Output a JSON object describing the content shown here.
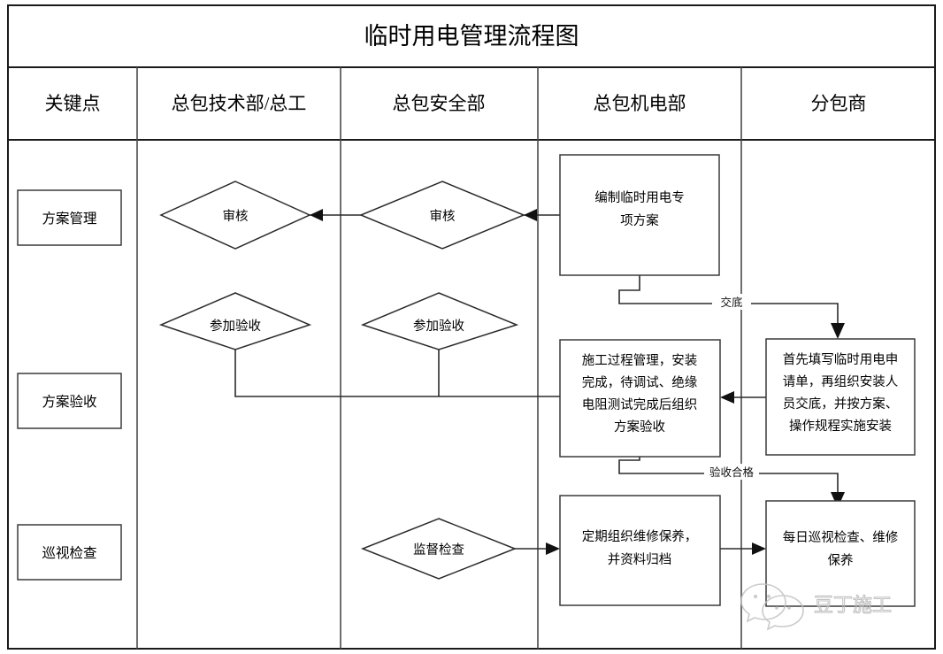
{
  "title": "临时用电管理流程图",
  "columns": [
    {
      "id": "key-points",
      "label": "关键点"
    },
    {
      "id": "tech-dept",
      "label": "总包技术部/总工"
    },
    {
      "id": "safety-dept",
      "label": "总包安全部"
    },
    {
      "id": "mech-elec-dept",
      "label": "总包机电部"
    },
    {
      "id": "subcontractor",
      "label": "分包商"
    }
  ],
  "key_points": [
    {
      "id": "plan-management",
      "label": "方案管理"
    },
    {
      "id": "plan-acceptance",
      "label": "方案验收"
    },
    {
      "id": "patrol-inspection",
      "label": "巡视检查"
    }
  ],
  "nodes": [
    {
      "id": "review-tech",
      "type": "diamond",
      "column": "tech-dept",
      "row": "plan-management",
      "label": "审核"
    },
    {
      "id": "review-safety",
      "type": "diamond",
      "column": "safety-dept",
      "row": "plan-management",
      "label": "审核"
    },
    {
      "id": "draft-plan",
      "type": "box",
      "column": "mech-elec-dept",
      "row": "plan-management",
      "lines": [
        "编制临时用电专",
        "项方案"
      ]
    },
    {
      "id": "join-acceptance-tech",
      "type": "diamond",
      "column": "tech-dept",
      "row": "plan-acceptance",
      "label": "参加验收"
    },
    {
      "id": "join-acceptance-safety",
      "type": "diamond",
      "column": "safety-dept",
      "row": "plan-acceptance",
      "label": "参加验收"
    },
    {
      "id": "construction-management",
      "type": "box",
      "column": "mech-elec-dept",
      "row": "plan-acceptance",
      "lines": [
        "施工过程管理，安装",
        "完成，待调试、绝缘",
        "电阻测试完成后组织",
        "方案验收"
      ]
    },
    {
      "id": "fill-application",
      "type": "box",
      "column": "subcontractor",
      "row": "plan-acceptance",
      "lines": [
        "首先填写临时用电申",
        "请单，再组织安装人",
        "员交底，并按方案、",
        "操作规程实施安装"
      ]
    },
    {
      "id": "supervise-inspect",
      "type": "diamond",
      "column": "safety-dept",
      "row": "patrol-inspection",
      "label": "监督检查"
    },
    {
      "id": "periodic-maintenance",
      "type": "box",
      "column": "mech-elec-dept",
      "row": "patrol-inspection",
      "lines": [
        "定期组织维修保养，",
        "并资料归档"
      ]
    },
    {
      "id": "daily-patrol",
      "type": "box",
      "column": "subcontractor",
      "row": "patrol-inspection",
      "lines": [
        "每日巡视检查、维修",
        "保养"
      ]
    }
  ],
  "edges": [
    {
      "id": "draft-to-review-safety",
      "from": "draft-plan",
      "to": "review-safety",
      "label": ""
    },
    {
      "id": "review-safety-to-review-tech",
      "from": "review-safety",
      "to": "review-tech",
      "label": ""
    },
    {
      "id": "draft-to-fill-application",
      "from": "draft-plan",
      "to": "fill-application",
      "label": "交底"
    },
    {
      "id": "fill-to-construction",
      "from": "fill-application",
      "to": "construction-management",
      "label": ""
    },
    {
      "id": "acceptance-tech-to-construction",
      "from": "join-acceptance-tech",
      "to": "construction-management",
      "label": ""
    },
    {
      "id": "acceptance-safety-to-construction",
      "from": "join-acceptance-safety",
      "to": "construction-management",
      "label": ""
    },
    {
      "id": "construction-to-daily-patrol",
      "from": "construction-management",
      "to": "daily-patrol",
      "label": "验收合格"
    },
    {
      "id": "supervise-to-maintenance",
      "from": "supervise-inspect",
      "to": "periodic-maintenance",
      "label": ""
    },
    {
      "id": "maintenance-to-daily-patrol",
      "from": "periodic-maintenance",
      "to": "daily-patrol",
      "label": ""
    }
  ],
  "watermark": {
    "text": "豆丁施工",
    "icon": "wechat-icon"
  },
  "chart_data": {
    "type": "diagram",
    "title": "临时用电管理流程图",
    "swimlanes": [
      "关键点",
      "总包技术部/总工",
      "总包安全部",
      "总包机电部",
      "分包商"
    ],
    "stages": [
      "方案管理",
      "方案验收",
      "巡视检查"
    ],
    "node_count": 10,
    "edge_count": 9,
    "edge_labels": [
      "交底",
      "验收合格"
    ]
  },
  "colors": {
    "border": "#1a1a1a",
    "divider": "#4a4a4a",
    "node_stroke": "#3a3a3a",
    "connector": "#2b2b2b",
    "background": "#ffffff",
    "watermark": "#c2c2c2"
  }
}
